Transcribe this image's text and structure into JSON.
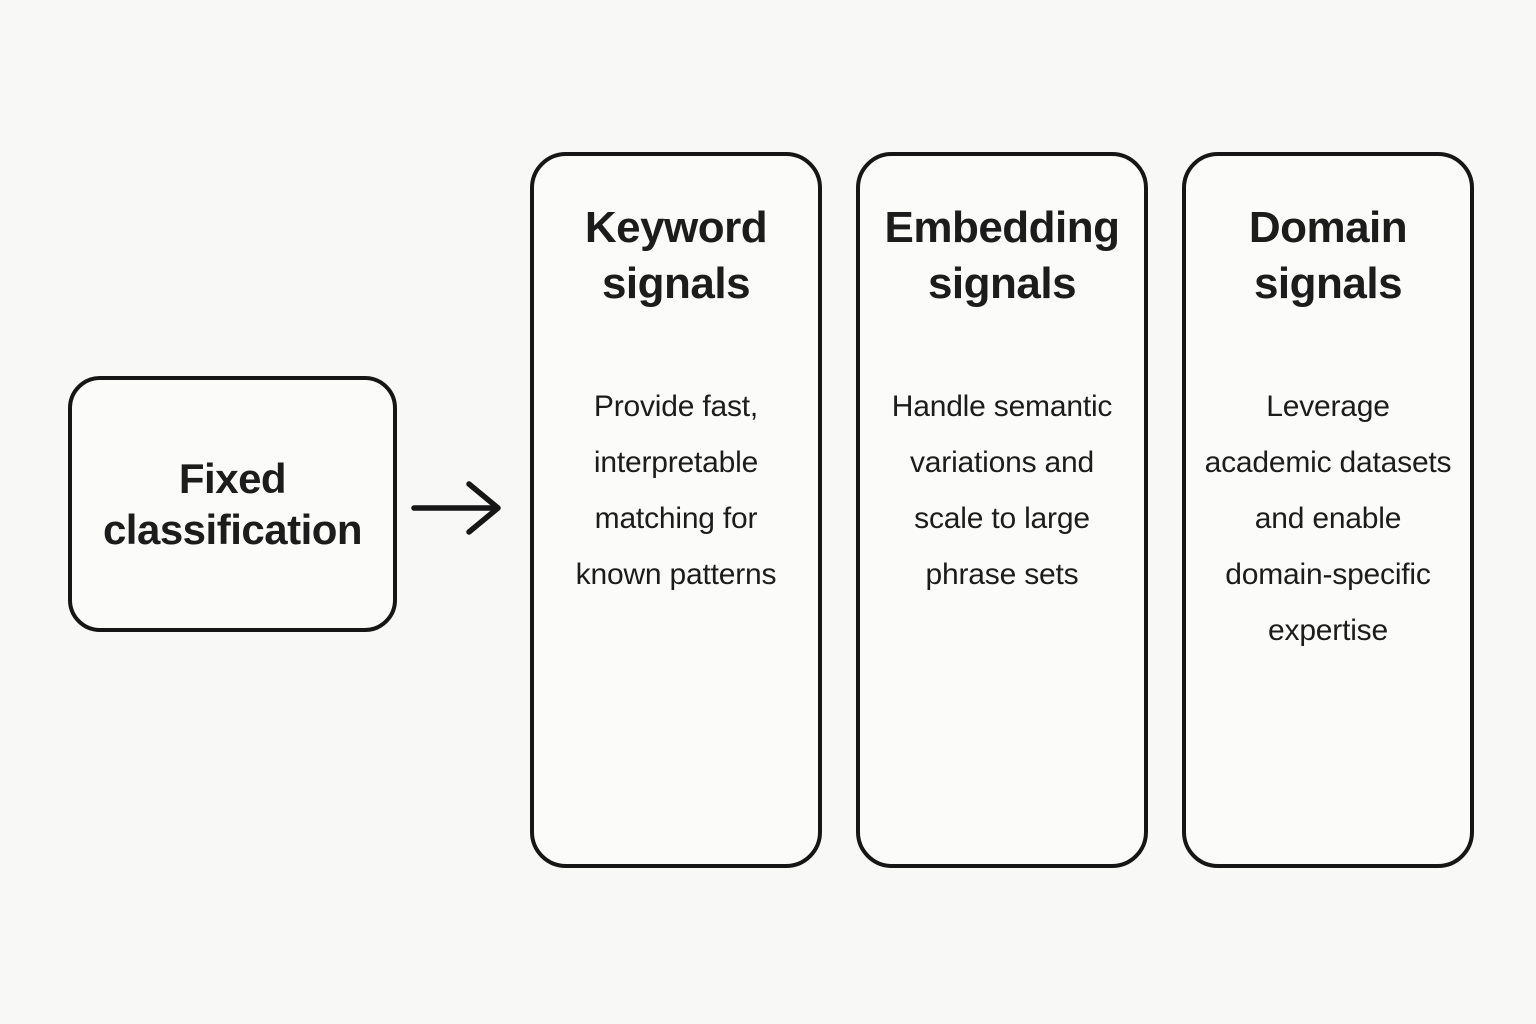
{
  "diagram": {
    "source_box": {
      "label": "Fixed classification"
    },
    "arrow": {
      "name": "right-arrow",
      "direction": "right"
    },
    "cards": [
      {
        "title": "Keyword signals",
        "body": "Provide fast, interpretable matching for known patterns"
      },
      {
        "title": "Embedding signals",
        "body": "Handle semantic variations and scale to large phrase sets"
      },
      {
        "title": "Domain signals",
        "body": "Leverage academic datasets and enable domain-specific expertise"
      }
    ],
    "colors": {
      "background": "#f8f8f7",
      "card_fill": "#fbfbfa",
      "border": "#161616",
      "text": "#1c1c1c"
    }
  }
}
